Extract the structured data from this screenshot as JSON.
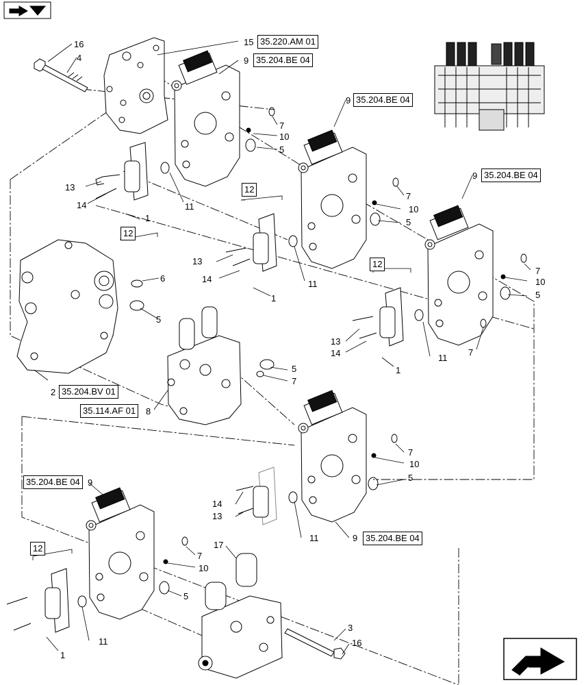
{
  "nav": {
    "back_icon": "previous-page-icon",
    "forward_icon": "next-page-icon"
  },
  "refs": {
    "r_15": "35.220.AM 01",
    "r_9a": "35.204.BE 04",
    "r_9b": "35.204.BE 04",
    "r_9c": "35.204.BE 04",
    "r_2": "35.204.BV 01",
    "r_8": "35.114.AF 01",
    "r_9d": "35.204.BE 04",
    "r_9e": "35.204.BE 04"
  },
  "callouts": {
    "c16a": "16",
    "c4": "4",
    "c15": "15",
    "c9a": "9",
    "c9b": "9",
    "c9c": "9",
    "c7a": "7",
    "c10a": "10",
    "c5a": "5",
    "c11a": "11",
    "c13a": "13",
    "c14a": "14",
    "c1a": "1",
    "c12a": "12",
    "c12b": "12",
    "c7b": "7",
    "c10b": "10",
    "c5b": "5",
    "c11b": "11",
    "c13b": "13",
    "c14b": "14",
    "c1b": "1",
    "c12c": "12",
    "c7c": "7",
    "c10c": "10",
    "c5c": "5",
    "c7d": "7",
    "c11c": "11",
    "c13c": "13",
    "c14c": "14",
    "c1c": "1",
    "c6": "6",
    "c5d": "5",
    "c5e": "5",
    "c7e": "7",
    "c2": "2",
    "c8": "8",
    "c7f": "7",
    "c10d": "10",
    "c5f": "5",
    "c14d": "14",
    "c13d": "13",
    "c11d": "11",
    "c9d": "9",
    "c9e": "9",
    "c12d": "12",
    "c7g": "7",
    "c10e": "10",
    "c5g": "5",
    "c11e": "11",
    "c1d": "1",
    "c17": "17",
    "c3": "3",
    "c16b": "16"
  },
  "nav_icon_next": "next-page-arrow-icon"
}
